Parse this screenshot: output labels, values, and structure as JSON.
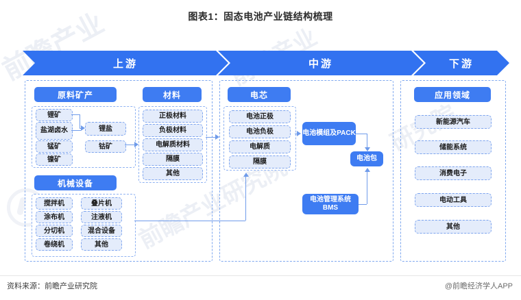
{
  "title": "图表1：固态电池产业链结构梳理",
  "stages": [
    {
      "key": "upstream",
      "label": "上游"
    },
    {
      "key": "midstream",
      "label": "中游"
    },
    {
      "key": "downstream",
      "label": "下游"
    }
  ],
  "upstream": {
    "groups": [
      {
        "name": "raw-materials",
        "header": "原料矿产",
        "items": [
          "锂矿",
          "盐湖卤水",
          "锰矿",
          "镍矿",
          "锂盐",
          "钴矿"
        ]
      },
      {
        "name": "machinery",
        "header": "机械设备",
        "items": [
          "搅拌机",
          "涂布机",
          "分切机",
          "卷绕机",
          "叠片机",
          "注液机",
          "混合设备",
          "其他"
        ]
      }
    ]
  },
  "midstream": {
    "groups": [
      {
        "name": "materials",
        "header": "材料",
        "items": [
          "正极材料",
          "负极材料",
          "电解质材料",
          "隔膜",
          "其他"
        ]
      },
      {
        "name": "battery-cell",
        "header": "电芯",
        "items": [
          "电池正极",
          "电池负极",
          "电解质",
          "隔膜"
        ]
      }
    ],
    "process_boxes": [
      {
        "name": "module-pack",
        "label": "电池模组及PACK"
      },
      {
        "name": "battery-pack",
        "label": "电池包"
      },
      {
        "name": "bms",
        "label": "电池管理系统BMS"
      }
    ]
  },
  "downstream": {
    "groups": [
      {
        "name": "applications",
        "header": "应用领域",
        "items": [
          "新能源汽车",
          "储能系统",
          "消费电子",
          "电动工具",
          "其他"
        ]
      }
    ]
  },
  "watermarks": {
    "w1": "前瞻产业",
    "w2": "前瞻产业",
    "w3": "研究院",
    "w4": "前瞻产业研究院"
  },
  "footer": {
    "source": "资料来源：前瞻产业研究院",
    "app": "@前瞻经济学人APP"
  },
  "colors": {
    "accent": "#3e7cf2",
    "banner": "#3272f0",
    "chip_fill": "#e4ecfb",
    "chip_border": "#7da4ee",
    "connector": "#6f9bea"
  }
}
